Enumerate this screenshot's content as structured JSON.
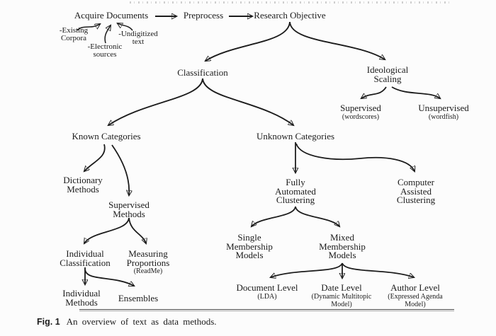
{
  "figure": {
    "caption_label": "Fig. 1",
    "caption_text": "An overview of text as data methods."
  },
  "nodes": {
    "acquire": {
      "l1": "Acquire Documents"
    },
    "preprocess": {
      "l1": "Preprocess"
    },
    "research": {
      "l1": "Research Objective"
    },
    "existing": {
      "l1": "-Existing",
      "l2": "Corpora"
    },
    "electronic": {
      "l1": "-Electronic",
      "l2": "sources"
    },
    "undigitized": {
      "l1": "-Undigitized",
      "l2": "text"
    },
    "classification": {
      "l1": "Classification"
    },
    "ideological": {
      "l1": "Ideological",
      "l2": "Scaling"
    },
    "supervised_scaling": {
      "l1": "Supervised",
      "s1": "(wordscores)"
    },
    "unsupervised_scaling": {
      "l1": "Unsupervised",
      "s1": "(wordfish)"
    },
    "known": {
      "l1": "Known Categories"
    },
    "unknown": {
      "l1": "Unknown Categories"
    },
    "dictionary": {
      "l1": "Dictionary",
      "l2": "Methods"
    },
    "supervised_methods": {
      "l1": "Supervised",
      "l2": "Methods"
    },
    "fully": {
      "l1": "Fully",
      "l2": "Automated",
      "l3": "Clustering"
    },
    "computer": {
      "l1": "Computer",
      "l2": "Assisted",
      "l3": "Clustering"
    },
    "individual_classification": {
      "l1": "Individual",
      "l2": "Classification"
    },
    "measuring": {
      "l1": "Measuring",
      "l2": "Proportions",
      "s1": "(ReadMe)"
    },
    "individual_methods": {
      "l1": "Individual",
      "l2": "Methods"
    },
    "ensembles": {
      "l1": "Ensembles"
    },
    "single": {
      "l1": "Single",
      "l2": "Membership",
      "l3": "Models"
    },
    "mixed": {
      "l1": "Mixed",
      "l2": "Membership",
      "l3": "Models"
    },
    "document_level": {
      "l1": "Document Level",
      "s1": "(LDA)"
    },
    "date_level": {
      "l1": "Date Level",
      "s1": "(Dynamic Multitopic",
      "s2": "Model)"
    },
    "author_level": {
      "l1": "Author Level",
      "s1": "(Expressed Agenda",
      "s2": "Model)"
    }
  },
  "edges": [
    {
      "from": "acquire",
      "to": "preprocess"
    },
    {
      "from": "preprocess",
      "to": "research"
    },
    {
      "from": "existing",
      "to": "acquire"
    },
    {
      "from": "electronic",
      "to": "acquire"
    },
    {
      "from": "undigitized",
      "to": "acquire"
    },
    {
      "from": "research",
      "to": "classification"
    },
    {
      "from": "research",
      "to": "ideological"
    },
    {
      "from": "classification",
      "to": "known"
    },
    {
      "from": "classification",
      "to": "unknown"
    },
    {
      "from": "ideological",
      "to": "supervised_scaling"
    },
    {
      "from": "ideological",
      "to": "unsupervised_scaling"
    },
    {
      "from": "known",
      "to": "dictionary"
    },
    {
      "from": "known",
      "to": "supervised_methods"
    },
    {
      "from": "unknown",
      "to": "fully"
    },
    {
      "from": "unknown",
      "to": "computer"
    },
    {
      "from": "fully",
      "to": "single"
    },
    {
      "from": "fully",
      "to": "mixed"
    },
    {
      "from": "supervised_methods",
      "to": "individual_classification"
    },
    {
      "from": "supervised_methods",
      "to": "measuring"
    },
    {
      "from": "individual_classification",
      "to": "individual_methods"
    },
    {
      "from": "individual_classification",
      "to": "ensembles"
    },
    {
      "from": "mixed",
      "to": "document_level"
    },
    {
      "from": "mixed",
      "to": "date_level"
    },
    {
      "from": "mixed",
      "to": "author_level"
    }
  ],
  "colors": {
    "ink": "#1c1c1c",
    "rule": "#4d4d4d",
    "background": "#fcfcfc"
  }
}
